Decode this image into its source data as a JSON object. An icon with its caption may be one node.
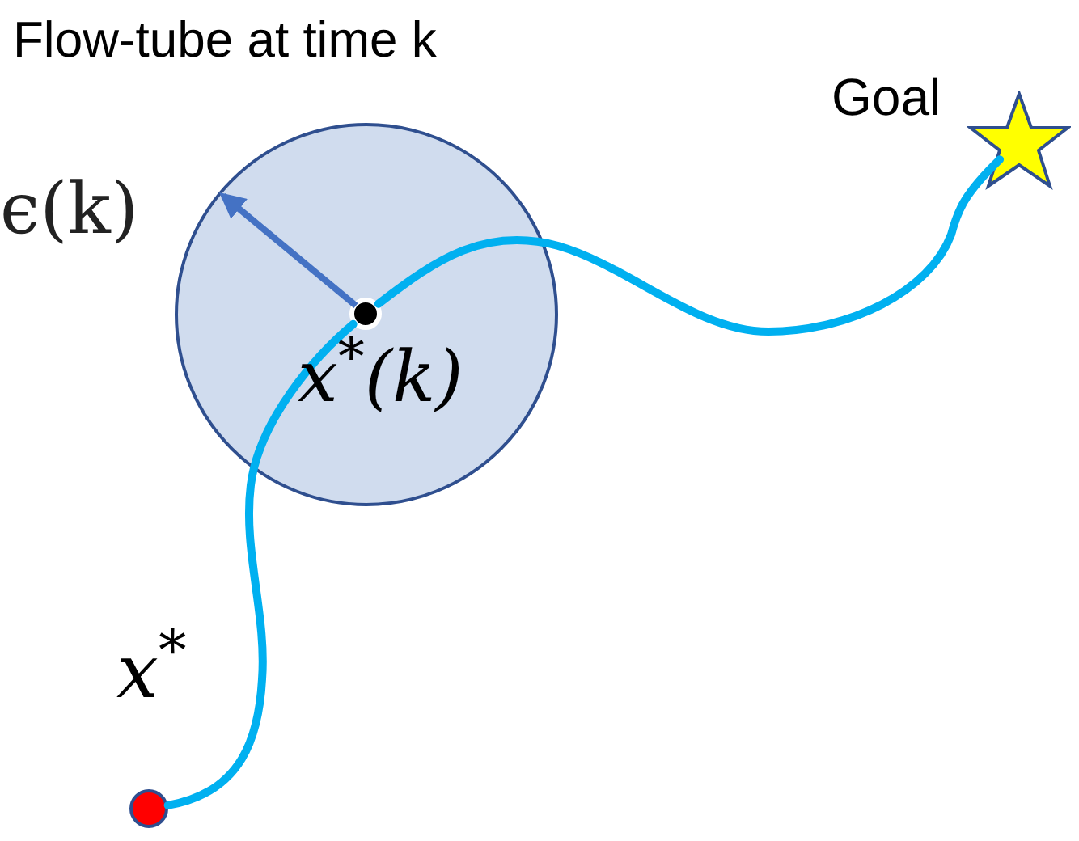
{
  "diagram": {
    "title": "Flow-tube at time k",
    "nodes": [
      {
        "text": [],
        "shape": "circle"
      },
      {
        "text": [],
        "shape": "circle",
        "beside": [
          "x$^{*}$"
        ]
      },
      {
        "text": [],
        "shape": "circle",
        "in": 0,
        "beside": [
          "x$^{*}$(k)"
        ]
      },
      {
        "text": [],
        "shape": "star",
        "beside": [
          "Goal"
        ]
      }
    ],
    "edges": [
      {
        "from": 1,
        "to": 2,
        "arrow": "none"
      },
      {
        "from": 2,
        "to": 3,
        "arrow": "none"
      }
    ],
    "labels": [
      "ϵ(k)"
    ]
  }
}
